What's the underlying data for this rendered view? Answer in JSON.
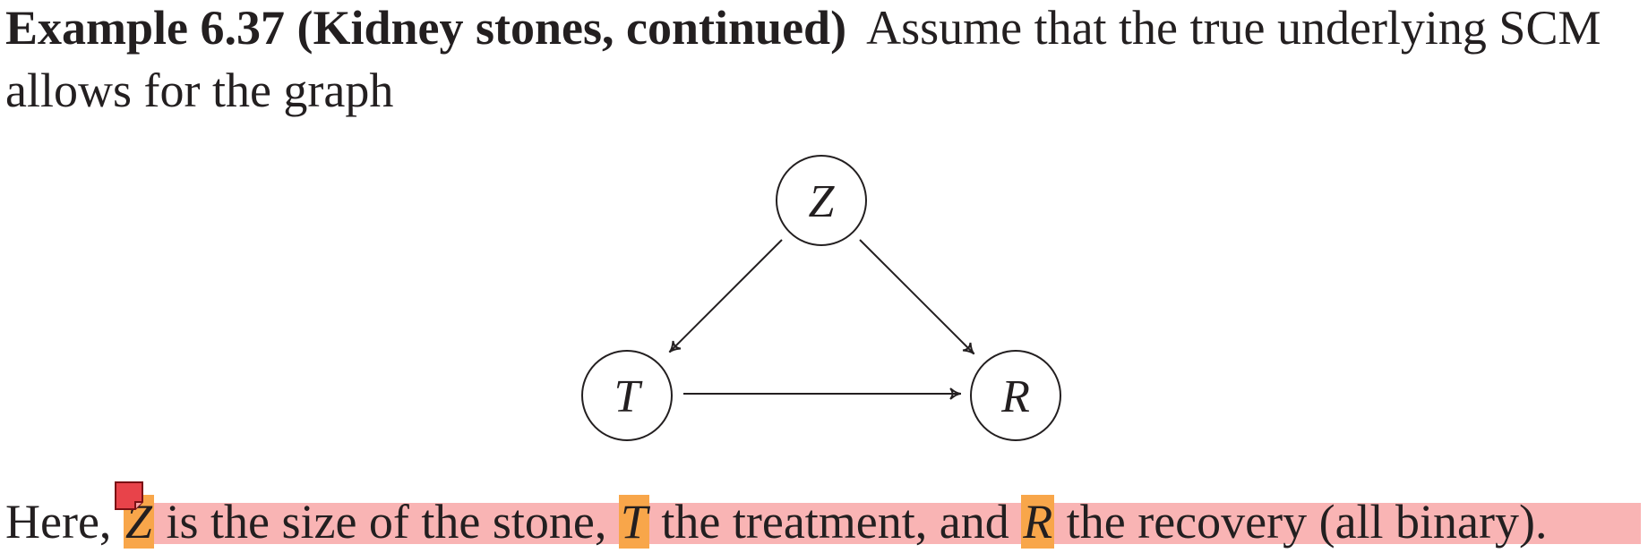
{
  "paragraph1": {
    "heading": "Example 6.37 (Kidney stones, continued)",
    "text_line1": "Assume that the true underlying SCM",
    "text_line2": "allows for the graph"
  },
  "diagram": {
    "nodes": [
      {
        "id": "Z",
        "label": "Z"
      },
      {
        "id": "T",
        "label": "T"
      },
      {
        "id": "R",
        "label": "R"
      }
    ],
    "edges": [
      {
        "from": "Z",
        "to": "T"
      },
      {
        "from": "Z",
        "to": "R"
      },
      {
        "from": "T",
        "to": "R"
      }
    ]
  },
  "paragraph2": {
    "lead": "Here, ",
    "var_z": "Z",
    "seg1": " is the size of the stone, ",
    "var_t": "T",
    "seg2": " the treatment, and ",
    "var_r": "R",
    "seg3": " the recovery (all binary)."
  },
  "highlight": {
    "line_color": "#f9b4b4",
    "variable_color": "#f8a64a",
    "annotation_icon": "sticky-note-icon",
    "annotation_color": "#e8434a"
  }
}
